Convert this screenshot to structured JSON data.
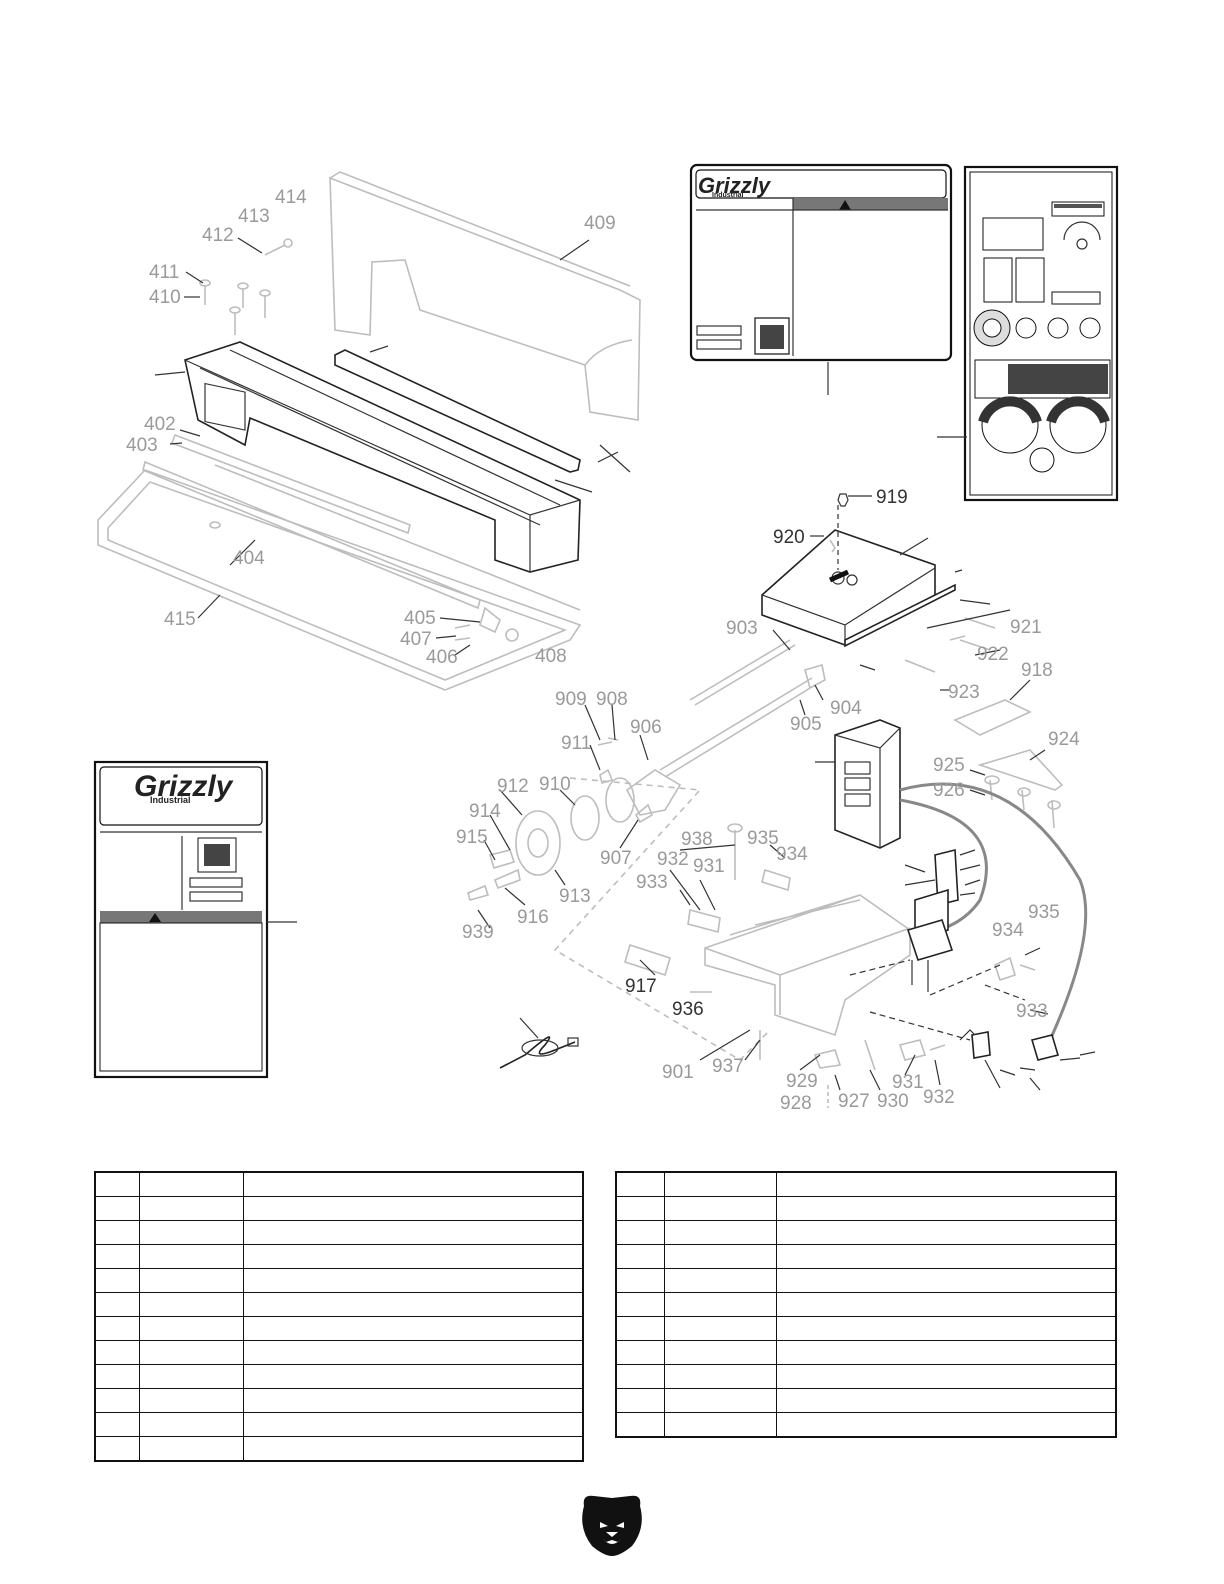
{
  "brand": {
    "logo_text": "Grizzly",
    "logo_subtext": "Industrial"
  },
  "labels": {
    "l409": "409",
    "l410": "410",
    "l411": "411",
    "l412": "412",
    "l413": "413",
    "l414": "414",
    "l402": "402",
    "l403": "403",
    "l404": "404",
    "l405": "405",
    "l406": "406",
    "l407": "407",
    "l408": "408",
    "l415": "415",
    "l901": "901",
    "l903": "903",
    "l904": "904",
    "l905": "905",
    "l906": "906",
    "l907": "907",
    "l908": "908",
    "l909": "909",
    "l910": "910",
    "l911": "911",
    "l912": "912",
    "l913": "913",
    "l914": "914",
    "l915": "915",
    "l916": "916",
    "l917": "917",
    "l918": "918",
    "l919": "919",
    "l920": "920",
    "l921": "921",
    "l922": "922",
    "l923": "923",
    "l924": "924",
    "l925": "925",
    "l926": "926",
    "l927": "927",
    "l928": "928",
    "l929": "929",
    "l930": "930",
    "l931a": "931",
    "l931b": "931",
    "l932a": "932",
    "l932b": "932",
    "l933a": "933",
    "l933b": "933",
    "l934a": "934",
    "l934b": "934",
    "l935a": "935",
    "l935b": "935",
    "l936": "936",
    "l937": "937",
    "l938": "938",
    "l939": "939"
  },
  "tables": {
    "left_rows": 12,
    "right_rows": 11
  }
}
